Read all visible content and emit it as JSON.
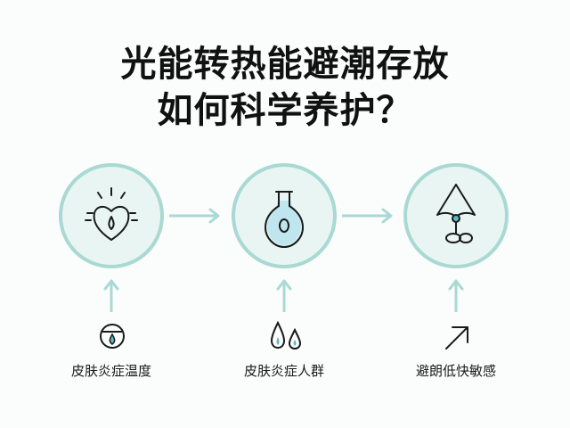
{
  "title": {
    "line1": "光能转热能避潮存放",
    "line2": "如何科学养护？"
  },
  "steps": [
    {
      "icon": "heart-sun-icon",
      "caption": "皮肤炎症温度",
      "small_icon": "drop-target-icon"
    },
    {
      "icon": "flask-icon",
      "caption": "皮肤炎症人群",
      "small_icon": "drops-icon"
    },
    {
      "icon": "cone-stand-icon",
      "caption": "避朗低快敏感",
      "small_icon": "diagonal-arrow-icon"
    }
  ],
  "colors": {
    "circle_border": "#a9d9d3",
    "circle_fill": "#e9f5f3",
    "accent": "#5fb8c4",
    "arrow": "#a9d9d3"
  }
}
